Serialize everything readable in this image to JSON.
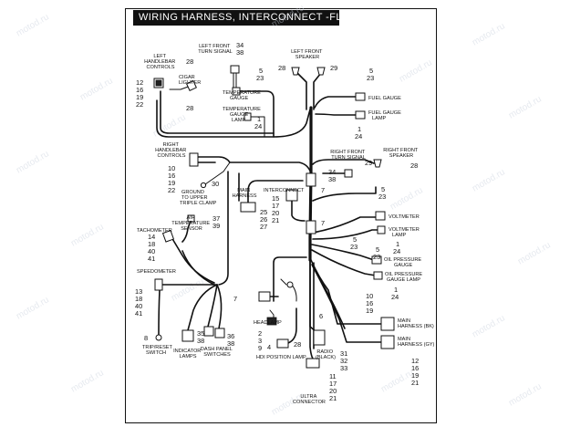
{
  "title": "WIRING HARNESS, INTERCONNECT -FLTRI",
  "watermark": "motod.ru",
  "components": {
    "left_handlebar_controls": {
      "label": [
        "LEFT",
        "HANDLEBAR",
        "CONTROLS"
      ],
      "pins": [
        "12",
        "16",
        "19",
        "22"
      ]
    },
    "cigar_lighter": {
      "label": [
        "CIGAR",
        "LIGHTER"
      ],
      "pins_top": [
        "28"
      ],
      "pins_bottom": [
        "28"
      ]
    },
    "left_front_turn_signal": {
      "label": [
        "LEFT FRONT",
        "TURN SIGNAL"
      ],
      "pins": [
        "34",
        "38"
      ]
    },
    "left_front_speaker": {
      "label": [
        "LEFT FRONT",
        "SPEAKER"
      ],
      "pins_left": [
        "28"
      ],
      "pins_right": [
        "29"
      ]
    },
    "temperature_gauge": {
      "label": [
        "TEMPERATURE",
        "GAUGE"
      ],
      "pins": [
        "5",
        "23"
      ]
    },
    "temperature_gauge_lamp": {
      "label": [
        "TEMPERATURE",
        "GAUGE",
        "LAMP"
      ],
      "pins": [
        "1",
        "24"
      ]
    },
    "fuel_gauge": {
      "label": [
        "FUEL GAUGE"
      ],
      "pins": [
        "5",
        "23"
      ]
    },
    "fuel_gauge_lamp": {
      "label": [
        "FUEL GAUGE",
        "LAMP"
      ],
      "pins": [
        "1",
        "24"
      ]
    },
    "right_handlebar_controls": {
      "label": [
        "RIGHT",
        "HANDLEBAR",
        "CONTROLS"
      ],
      "pins": [
        "10",
        "16",
        "19",
        "22"
      ]
    },
    "ground": {
      "label": [
        "GROUND",
        "TO UPPER",
        "TRIPLE CLAMP"
      ],
      "pins": [
        "30"
      ]
    },
    "right_front_turn_signal": {
      "label": [
        "RIGHT FRONT",
        "TURN SIGNAL"
      ],
      "pins": [
        "34",
        "38"
      ]
    },
    "right_front_speaker": {
      "label": [
        "RIGHT FRONT",
        "SPEAKER"
      ],
      "pins_left": [
        "29"
      ],
      "pins_right": [
        "28"
      ]
    },
    "main_harness": {
      "label": [
        "MAIN",
        "HARNESS"
      ],
      "pins": [
        "25",
        "26",
        "27"
      ]
    },
    "interconnect": {
      "label": [
        "INTERCONNECT"
      ],
      "pins": [
        "15",
        "17",
        "20",
        "21"
      ]
    },
    "voltmeter": {
      "label": [
        "VOLTMETER"
      ],
      "pins": [
        "5",
        "23"
      ]
    },
    "voltmeter_lamp": {
      "label": [
        "VOLTMETER",
        "LAMP"
      ],
      "pins": [
        "1",
        "24"
      ]
    },
    "air_temperature_sensor": {
      "label": [
        "AIR",
        "TEMPERATURE",
        "SENSOR"
      ],
      "pins": [
        "37",
        "39"
      ]
    },
    "tachometer": {
      "label": [
        "TACHOMETER"
      ],
      "pins": [
        "14",
        "18",
        "40",
        "41"
      ]
    },
    "oil_pressure_gauge": {
      "label": [
        "OIL PRESSURE",
        "GAUGE"
      ],
      "pins": [
        "5",
        "23"
      ]
    },
    "oil_pressure_gauge_lamp": {
      "label": [
        "OIL PRESSURE",
        "GAUGE LAMP"
      ],
      "pins": [
        "1",
        "24"
      ]
    },
    "speedometer": {
      "label": [
        "SPEEDOMETER"
      ],
      "pins": [
        "13",
        "18",
        "40",
        "41"
      ]
    },
    "trip_reset_switch": {
      "label": [
        "TRIP/RESET",
        "SWITCH"
      ],
      "pins": [
        "8"
      ]
    },
    "indicator_lamps": {
      "label": [
        "INDICATOR",
        "LAMPS"
      ],
      "pins": [
        "35",
        "38"
      ]
    },
    "dash_panel_switches": {
      "label": [
        "DASH PANEL",
        "SWITCHES"
      ],
      "pins": [
        "36",
        "38"
      ]
    },
    "headlamp": {
      "label": [
        "HEADLAMP"
      ],
      "pins": [
        "2",
        "3",
        "9"
      ]
    },
    "hdi_position_lamp": {
      "label": [
        "HDI POSITION LAMP"
      ],
      "pins": [
        "4",
        "28"
      ]
    },
    "radio_black": {
      "label": [
        "RADIO",
        "(BLACK)"
      ],
      "pins": [
        "6",
        "31",
        "32",
        "33"
      ]
    },
    "main_harness_bk": {
      "label": [
        "MAIN",
        "HARNESS (BK)"
      ],
      "pins": [
        "10",
        "16",
        "19"
      ]
    },
    "main_harness_gy": {
      "label": [
        "MAIN",
        "HARNESS (GY)"
      ],
      "pins": [
        "12",
        "16",
        "19",
        "21"
      ]
    },
    "ultra_connector": {
      "label": [
        "ULTRA",
        "CONNECTOR"
      ],
      "pins": [
        "11",
        "17",
        "20",
        "21"
      ]
    }
  },
  "branch_numbers": {
    "upper_trunk": "7",
    "right_trunk": "7",
    "mid_trunk": "7",
    "lower_left": "7"
  }
}
